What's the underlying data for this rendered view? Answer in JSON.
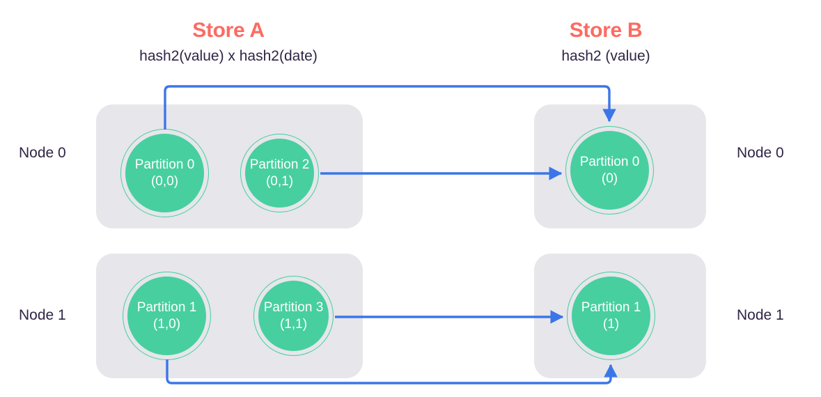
{
  "stores": [
    {
      "id": "store-a",
      "title": "Store A",
      "subtitle": "hash2(value) x hash2(date)"
    },
    {
      "id": "store-b",
      "title": "Store B",
      "subtitle": "hash2 (value)"
    }
  ],
  "node_labels": {
    "left": [
      "Node 0",
      "Node 1"
    ],
    "right": [
      "Node 0",
      "Node 1"
    ]
  },
  "partitions": {
    "store_a": [
      {
        "name": "Partition 0",
        "key": "(0,0)"
      },
      {
        "name": "Partition 2",
        "key": "(0,1)"
      },
      {
        "name": "Partition 1",
        "key": "(1,0)"
      },
      {
        "name": "Partition 3",
        "key": "(1,1)"
      }
    ],
    "store_b": [
      {
        "name": "Partition 0",
        "key": "(0)"
      },
      {
        "name": "Partition 1",
        "key": "(1)"
      }
    ]
  },
  "colors": {
    "accent_coral": "#fc6b62",
    "partition_green": "#47cfa0",
    "partition_ring": "#43cfa0",
    "panel_grey": "#e7e6ea",
    "arrow_blue": "#3b76e8",
    "text_dark": "#2e2545",
    "background": "#ffffff"
  },
  "connections": [
    {
      "from": "Partition 0 (0,0)",
      "to": "Partition 0 (0)",
      "route": "top-loop"
    },
    {
      "from": "Partition 2 (0,1)",
      "to": "Partition 0 (0)",
      "route": "direct"
    },
    {
      "from": "Partition 1 (1,0)",
      "to": "Partition 1 (1)",
      "route": "bottom-loop"
    },
    {
      "from": "Partition 3 (1,1)",
      "to": "Partition 1 (1)",
      "route": "direct"
    }
  ]
}
